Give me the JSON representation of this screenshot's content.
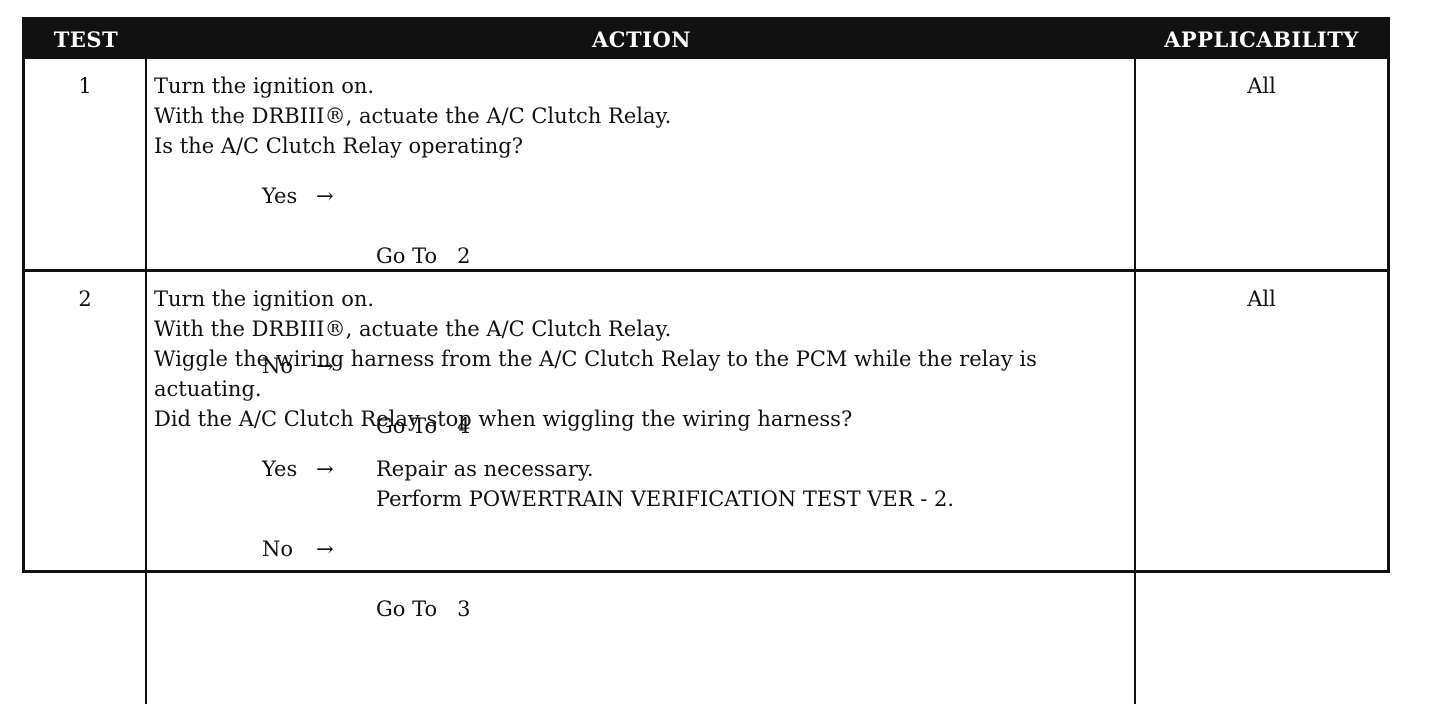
{
  "headers": {
    "test": "TEST",
    "action": "ACTION",
    "applicability": "APPLICABILITY"
  },
  "rows": [
    {
      "test": "1",
      "steps": [
        "Turn the ignition on.",
        "With the DRBIII®, actuate the A/C Clutch Relay.",
        "Is the A/C Clutch Relay operating?"
      ],
      "results": [
        {
          "answer": "Yes",
          "arrow": "→",
          "lines": [
            "Go To   2"
          ]
        },
        {
          "answer": "No",
          "arrow": "→",
          "lines": [
            "Go To   4"
          ]
        }
      ],
      "applicability": "All"
    },
    {
      "test": "2",
      "steps": [
        "Turn the ignition on.",
        "With the DRBIII®, actuate the A/C Clutch Relay.",
        "Wiggle the wiring harness from the A/C Clutch Relay to the PCM while the relay is",
        "actuating.",
        "Did the A/C Clutch Relay stop when wiggling the wiring harness?"
      ],
      "results": [
        {
          "answer": "Yes",
          "arrow": "→",
          "lines": [
            "Repair as necessary.",
            "Perform POWERTRAIN VERIFICATION TEST VER - 2."
          ]
        },
        {
          "answer": "No",
          "arrow": "→",
          "lines": [
            "Go To   3"
          ]
        }
      ],
      "applicability": "All"
    }
  ]
}
